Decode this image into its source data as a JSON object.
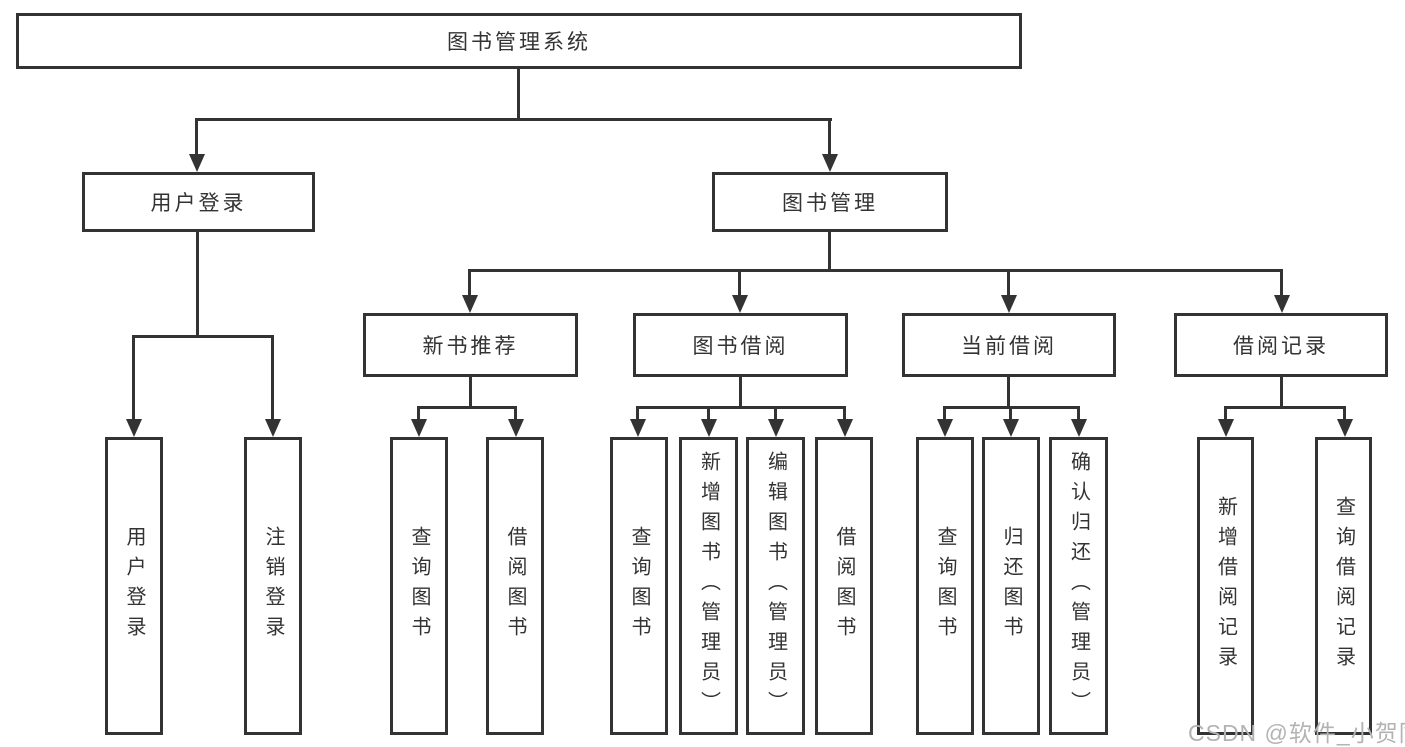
{
  "diagram_title": "图书管理系统",
  "nodes": {
    "root": "图书管理系统",
    "user_login": "用户登录",
    "book_mgmt": "图书管理",
    "new_book_rec": "新书推荐",
    "book_borrow": "图书借阅",
    "current_borrow": "当前借阅",
    "borrow_records": "借阅记录",
    "leaf_user_login": "用户登录",
    "leaf_logout": "注销登录",
    "leaf_nb_query": "查询图书",
    "leaf_nb_borrow": "借阅图书",
    "leaf_bb_query": "查询图书",
    "leaf_bb_add": "新增图书（管理员）",
    "leaf_bb_edit": "编辑图书（管理员）",
    "leaf_bb_borrow": "借阅图书",
    "leaf_cb_query": "查询图书",
    "leaf_cb_return": "归还图书",
    "leaf_cb_confirm": "确认归还（管理员）",
    "leaf_br_add": "新增借阅记录",
    "leaf_br_query": "查询借阅记录"
  },
  "edges": [
    [
      "图书管理系统",
      "用户登录"
    ],
    [
      "图书管理系统",
      "图书管理"
    ],
    [
      "用户登录",
      "用户登录"
    ],
    [
      "用户登录",
      "注销登录"
    ],
    [
      "图书管理",
      "新书推荐"
    ],
    [
      "图书管理",
      "图书借阅"
    ],
    [
      "图书管理",
      "当前借阅"
    ],
    [
      "图书管理",
      "借阅记录"
    ],
    [
      "新书推荐",
      "查询图书"
    ],
    [
      "新书推荐",
      "借阅图书"
    ],
    [
      "图书借阅",
      "查询图书"
    ],
    [
      "图书借阅",
      "新增图书（管理员）"
    ],
    [
      "图书借阅",
      "编辑图书（管理员）"
    ],
    [
      "图书借阅",
      "借阅图书"
    ],
    [
      "当前借阅",
      "查询图书"
    ],
    [
      "当前借阅",
      "归还图书"
    ],
    [
      "当前借阅",
      "确认归还（管理员）"
    ],
    [
      "借阅记录",
      "新增借阅记录"
    ],
    [
      "借阅记录",
      "查询借阅记录"
    ]
  ],
  "watermark": "CSDN @软件_小贺同学",
  "colors": {
    "line": "#333333",
    "text": "#333333",
    "watermark": "#b3b3b3",
    "background": "#ffffff"
  }
}
